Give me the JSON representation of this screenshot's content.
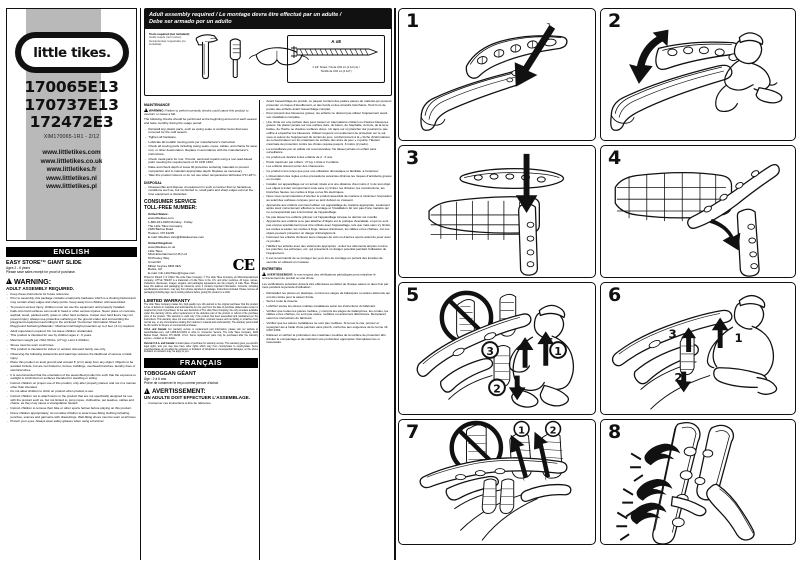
{
  "brand": {
    "logo_text": "little tikes.",
    "skus": [
      "170065E13",
      "170737E13",
      "172472E3"
    ],
    "part_number": "XIM170065-1R1 - 2/12",
    "websites": [
      "www.littletikes.com",
      "www.littletikes.co.uk",
      "www.littletikes.fr",
      "www.littletikes.nl",
      "www.littletikes.pl"
    ]
  },
  "banner": {
    "line1": "Adult assembly required / Le montage devra être effectué par un adulte /",
    "line2": "Debe ser armado por un adulto",
    "tools_label_en": "Tools required (not included):",
    "tools_label_fr": "Outils requis (non inclus):",
    "tools_label_es": "Herramientas requeridas (no incluidas):",
    "hardware_label": "A x8",
    "hardware_caption_en": "1 1/2\" Screw / Vis de 3,81 cm (1 1/2 po) /",
    "hardware_caption_es": "Tornillo de 3,81 cm (1 1/2\")",
    "icons": [
      "hammer-icon",
      "screwdriver-icon",
      "safety-glasses-icon",
      "screw-icon"
    ]
  },
  "english": {
    "language_bar": "ENGLISH",
    "product_title": "EASY STORE™ GIANT SLIDE",
    "ages": "Ages 2 - 6 years",
    "receipt_note": "Please save sales receipt for proof of purchase.",
    "warning_word": "WARNING:",
    "warning_sub": "ADULT ASSEMBLY REQUIRED.",
    "safety_items": [
      "Keep these instructions for future reference.",
      "Prior to assembly, this package contains small parts hardware which is a choking hazard and may contain sharp edges and sharp points. Keep away from children until assembled.",
      "To prevent serious injury, children must not use the equipment until properly installed.",
      "Falls onto hard surfaces can result in head or other serious injuries. Never place on concrete, asphalt, wood, packed earth, grass or other hard surfaces. Carpet over hard floors may not prevent injury. Always use protective surfacing on the ground under and surrounding the playground equipment according to the enclosed \"Consumer Information Sheet for Playground Surfacing Materials.\" Maximum fall height protection up to 2 feet (.6 m) required.",
      "Adult supervision required. Do not leave children unattended.",
      "This product is intended for use by children ages 2 - 6 years.",
      "Maximum weight per child: 60 lbs. (27 kg). Limit 3 children.",
      "Shoes must be worn at all times.",
      "This product is intended for indoor or outdoor domestic family use only.",
      "Observing the following statements and warnings reduces the likelihood of serious or fatal injury.",
      "Place this product on level ground and at least 6' (2 m) away from any object. Objects to be avoided include, but are not limited to, fences, buildings, overhead branches, laundry lines or electrical wires.",
      "It is recommended that the orientation of the assembled product be such that the exposure to sunlight is minimized on surfaces intended for standing or sitting.",
      "Instruct children on proper use of this product, only after properly placed, and not in a manner other than intended.",
      "Do not allow children to climb on product when product is wet.",
      "Instruct children not to attach items to the product that are not specifically designed for use with the product such as, but not limited to, jump ropes, clothesline, pet leashes, cables and chains, as they may cause a strangulation hazard.",
      "Instruct children to remove their bike or other sports helmet before playing on this product.",
      "Dress children appropriately; do not allow children to wear loose-fitting clothing including ponchos, scarves and garments with drawstrings. Well-fitting shoes must be worn at all times.",
      "Protect your eyes. Always wear safety glasses when using a hammer."
    ],
    "maintenance_head": "MAINTENANCE",
    "maintenance_warning": "WARNING:",
    "maintenance_warning_text": " Failure to perform periodic checks could cause this product to overturn or cause a fall.",
    "maintenance_intro": "The following checks should be performed at the beginning and end of each season and twice monthly during the usage period:",
    "maintenance_items": [
      "Reinstall any plastic parts, such as swing seats or another items that were removed for the cold season.",
      "Tighten all hardware.",
      "Lubricate all metallic moving parts per manufacturer's instruction.",
      "Check all moving parts including swing seats, ropes, cables, and chains for wear, rust, or other deterioration. Replace in accordance with the manufacturer's instructions.",
      "Check metal parts for rust. If found, sand and repaint using a non-lead-based paint meeting the requirements of 16 CFR 1303.",
      "Rake and check depth of loose fill protective surfacing materials to prevent compaction and to maintain appropriate depth. Replace as necessary.",
      "Take this product indoors or do not use when temperatures fall below 0°F/-18°C."
    ],
    "disposal_head": "DISPOSAL",
    "disposal_items": [
      "Disassemble and dispose of equipment in such a manner that no hazardous conditions such as, but not limited to, small parts and sharp edges exist at the time equipment is discarded."
    ],
    "service_head_1": "CONSUMER SERVICE",
    "service_head_2": "TOLL-FREE NUMBER:",
    "us_head": "United States:",
    "us_lines": [
      "www.littletikes.com",
      "1-866-321-0183 Monday - Friday",
      "The Little Tikes Company",
      "2180 Barlow Road",
      "Hudson, OH 44236",
      "E-mail: littletikes.care@littletikescare.com"
    ],
    "uk_head": "United Kingdom:",
    "uk_lines": [
      "www.littletikes.co.uk",
      "Little Tikes",
      "MGA Entertainment (UK) Ltd",
      "50 Presley Way",
      "Crownhill",
      "Milton Keynes MK8 0ES",
      "Bucks, UK",
      "E-mail: info.LittleTikes@mgae.com"
    ],
    "ce_mark": "CE",
    "copyright": "Printed in Poland © & ©2012 The Little Tikes Company. © The Little Tikes Company, an MGA Entertainment company, LITTLE TIKES® is a trademark of Little Tikes in the U.S. and other countries. All logos, names, characters, likenesses, images, slogans, and packaging appearance are the property of Little Tikes. Please keep this address and packaging for reference since it contains important information. Contents, including specifications and colors, may vary from photos depicted on package. Instructions included. Please remove all packaging including tags, ties & locking stickers before giving this product to a child.",
    "warranty_head": "LIMITED WARRANTY",
    "warranty_text": "The Little Tikes Company makes fun, high-quality toys. We warrant to the original purchaser that this product is free of defects in materials and workmanship for one year from the date of purchase (dated sales receipt is required for proof of purchase). At the sole discretion of The Little Tikes Company, the only remedies available under this warranty will be either replacement of the defective part of the product or refund of the purchase price of the product. This warranty is valid only if the product has been assembled and maintained per the instructions. This warranty does not cover abuse, accident, cosmetic issues such as fading or scratches from normal use, or any circumstance relating from defects in material and workmanship. The warranty period shall be 30 months for buyers on commercial purchases.",
    "warranty_us_head": "U.S.A. and Canada:",
    "warranty_us_text": " For warranty service or replacement part information, please visit our website at www.littletikes.com, call 1-866-321-0183 or write to: Consumer Service, The Little Tikes Company, 2180 Barlow Road, Hudson OH 44236. U.S.A. Some replacement parts may be purchased after the warranty expires - contact us for details.",
    "warranty_outside_head": "Outside U.S.A. and Canada:",
    "warranty_outside_text": " Contact place of purchase for warranty service. This warranty gives you specific legal rights, and you may also have other rights which vary from country/state to country/state. Some countries/states do not allow the exclusion or limitation of incidental or consequential damages, so the above limitation or exclusion may not apply to you."
  },
  "french": {
    "language_bar": "FRANÇAIS",
    "product_title": "TOBOGGAN GÉANT",
    "ages": "Âge : 2 à 6 ans",
    "receipt_note": "Prière de conserver le reçu comme preuve d'achat.",
    "warning_word": "AVERTISSEMENT:",
    "warning_sub": "UN ADULTE DOIT EFFECTUER L'ASSEMBLAGE.",
    "safety_items_start": [
      "Conserver ces instructions à titre de référence."
    ],
    "safety_items": [
      "Avant l'assemblage du produit, ce paquet contient des petites pièces de matériel qui peuvent présenter un risque d'étouffement, et des bords et des arrondis tranchants. Tenir hors de portée des enfants avant l'assemblage complet.",
      "Pour prévenir des blessures graves, les enfants ne doivent pas utiliser l'équipement avant son installation complète.",
      "Une chute sur une surface dure peut causer un traumatisme crânien ou d'autres blessures graves. Ne placez jamais sur une surface dure, du béton, de l'asphalte, du bois, de la terre battue, de l'herbe ou d'autres surfaces dures. Un tapis sur un plancher dur pourrait ne pas suffire à empêcher les blessures. Utilisez toujours un revêtement de protection sur le sol, sous et autour de l'équipement du terrain de jeux, conformément à la « Fiche d'informations au consommateur sur les matériaux de surface des aires de jeux » ci-jointe. Hauteur maximale de protection contre les chutes requise jusqu'à .6 mètre (2 pieds).",
      "La surveillance par un adulte est recommandée. Ne laisser jamais un enfant sans surveillance.",
      "Ce produit est destiné à des enfants de 2 - 6 ans.",
      "Poids maximum par enfant : 27 kg. Limité à 3 enfants.",
      "Les enfants doivent porter des chaussures.",
      "Ce produit n'est conçu que pour une utilisation domestique et familiale, à l'extérieur.",
      "L'observation des règles et des précautions suivantes diminue les risques d'accidents graves ou mortels.",
      "Installer cet appareillage sur un terrain nivelé et à une distance d'au moins 2 m de tout objet. Les objets à éviter comprennent mais sans s'y limiter, les clôtures, les constructions, les branches hautes, les cordes à linge ou les fils électriques.",
      "Nous vous recommandons d'orienter le produit assemblé de manière à minimiser l'exposition au soleil des surfaces conçues pour se tenir debout ou s'asseoir.",
      "Apprendre aux enfants comment utiliser cet appareillage de manière appropriée, seulement après avoir correctement effectué le montage et l'installation. Et non pas d'une manière qui ne correspondrait pas à la fonction de l'appareillage.",
      "Ne pas laisser les enfants grimper sur l'appareillage lorsque ce dernier est mouillé.",
      "Apprendre aux enfants à ne pas attacher d'objets sur le portique d'escalade, et qui ne sont pas conçus spécialement pour être utilisés avec l'appareillage, tels que mais sans s'y limiter, les cordes à sauter, les cordes à linge, laisses d'animaux, les câbles et les chaînes, car ces objets peuvent présenter un danger d'étranglement.",
      "Instruisez les enfants d'enlever leurs casques de vélo ou d'autres sports avant de jouer avec ce produit.",
      "Habillez les enfants avec des vêtements appropriés : évitez les vêtements amples comme les ponchos, les écharpes, etc. qui présentent un danger potentiel pendant l'utilisation de l'équipement.",
      "Il est recommandé de se protéger les yeux lors du montage en portant des lunettes de sécurité en utilisant un marteau."
    ],
    "maintenance_head": "ENTRETIEN",
    "maintenance_warning": "AVERTISSEMENT:",
    "maintenance_warning_text": " le non-respect des vérifications périodiques peut entraîner le renversement du produit ou une chute.",
    "maintenance_intro": "Les vérifications suivantes doivent être effectuées au début de chaque saison et deux fois par mois pendant la période d'utilisation :",
    "maintenance_items": [
      "Réinstallez les pièces en plastique, comme les sièges de balançoire ou autres éléments qui ont été retirés pour la saison froide.",
      "Serrez toute la visserie.",
      "Lubrifiez toutes les pièces mobiles métalliques selon les instructions du fabricant.",
      "Vérifiez que toutes les pièces mobiles, y compris les sièges de balançoires, les cordes, les câbles et les chaînes, ne sont pas usées, rouillées ou autrement détériorées. Remplacez selon les instructions du fabricant.",
      "Vérifiez que les pièces métalliques ne sont pas rouillées. Si tel est le cas, poncez et repeignez-les à l'aide d'une peinture sans plomb, conforme aux exigences de la norme 16 CFR 1303.",
      "Ratissez et vérifiez la profondeur des matériaux meubles de la surface de protection afin d'éviter le compactage et de maintenir une profondeur appropriée. Remplacez-les si nécessaire."
    ]
  },
  "steps": [
    {
      "num": "1",
      "name": "attach-rail-to-slide-bed"
    },
    {
      "num": "2",
      "name": "rotate-rail-into-place"
    },
    {
      "num": "3",
      "name": "align-leg-support"
    },
    {
      "num": "4",
      "name": "fold-leg-down"
    },
    {
      "num": "5",
      "name": "insert-leg-caps-sequence"
    },
    {
      "num": "6",
      "name": "secure-opposite-side"
    },
    {
      "num": "7",
      "name": "install-handrail-posts"
    },
    {
      "num": "8",
      "name": "tap-steps-into-place"
    }
  ],
  "step_callouts": {
    "step5": [
      "1",
      "2",
      "3"
    ],
    "step6": [
      "1",
      "2",
      "3"
    ],
    "step7": [
      "1",
      "2"
    ]
  }
}
